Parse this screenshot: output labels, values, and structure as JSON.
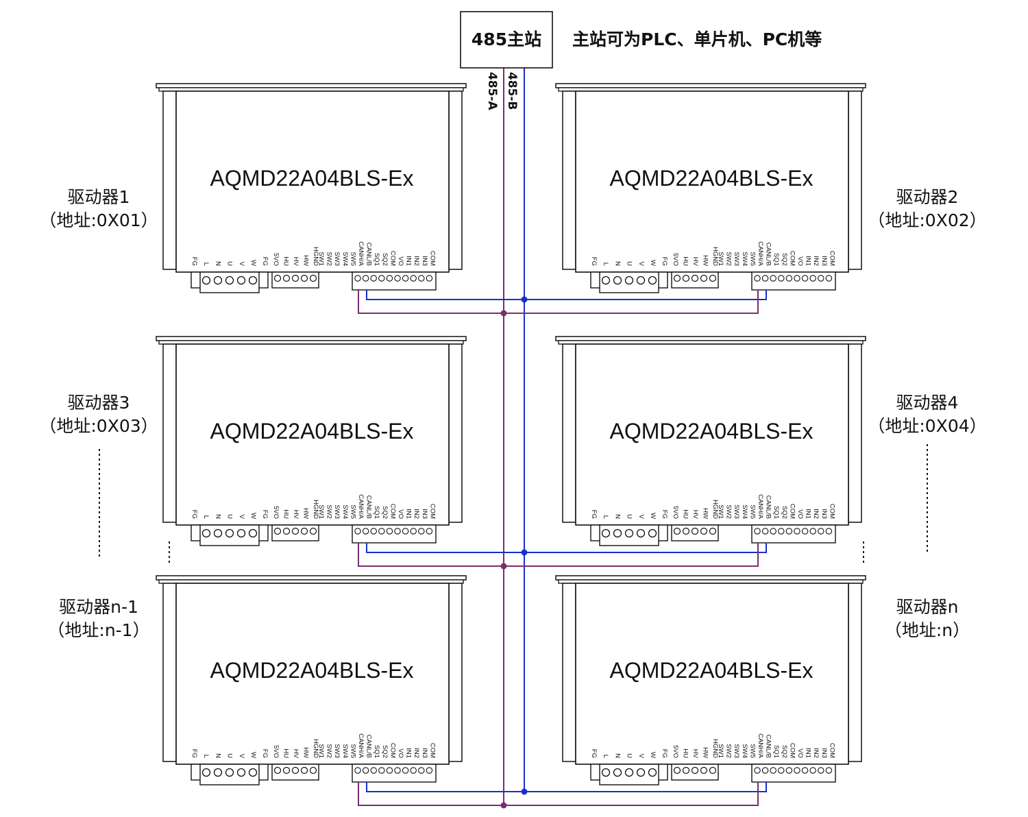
{
  "colors": {
    "line_a": "#7b2d6e",
    "line_b": "#1a2ec8",
    "outline": "#111111"
  },
  "master": {
    "label": "485主站",
    "note": "主站可为PLC、单片机、PC机等"
  },
  "bus": {
    "a_label": "485-A",
    "b_label": "485-B"
  },
  "pins": {
    "power": [
      "FG",
      "L",
      "N",
      "U",
      "V",
      "W",
      "FG"
    ],
    "hall": [
      "5VO",
      "HU",
      "HV",
      "HW",
      "HGND"
    ],
    "signal": [
      "SW1",
      "SW2",
      "SW3",
      "SW4",
      "SW5",
      "CANH/A",
      "CANL/B",
      "SQ1",
      "SQ2",
      "COM",
      "VO",
      "IN1",
      "IN2",
      "IN3",
      "COM"
    ]
  },
  "drivers": [
    {
      "model": "AQMD22A04BLS-Ex",
      "name": "驱动器1",
      "addr": "（地址:0X01）"
    },
    {
      "model": "AQMD22A04BLS-Ex",
      "name": "驱动器2",
      "addr": "（地址:0X02）"
    },
    {
      "model": "AQMD22A04BLS-Ex",
      "name": "驱动器3",
      "addr": "（地址:0X03）"
    },
    {
      "model": "AQMD22A04BLS-Ex",
      "name": "驱动器4",
      "addr": "（地址:0X04）"
    },
    {
      "model": "AQMD22A04BLS-Ex",
      "name": "驱动器n-1",
      "addr": "（地址:n-1）"
    },
    {
      "model": "AQMD22A04BLS-Ex",
      "name": "驱动器n",
      "addr": "（地址:n）"
    }
  ]
}
